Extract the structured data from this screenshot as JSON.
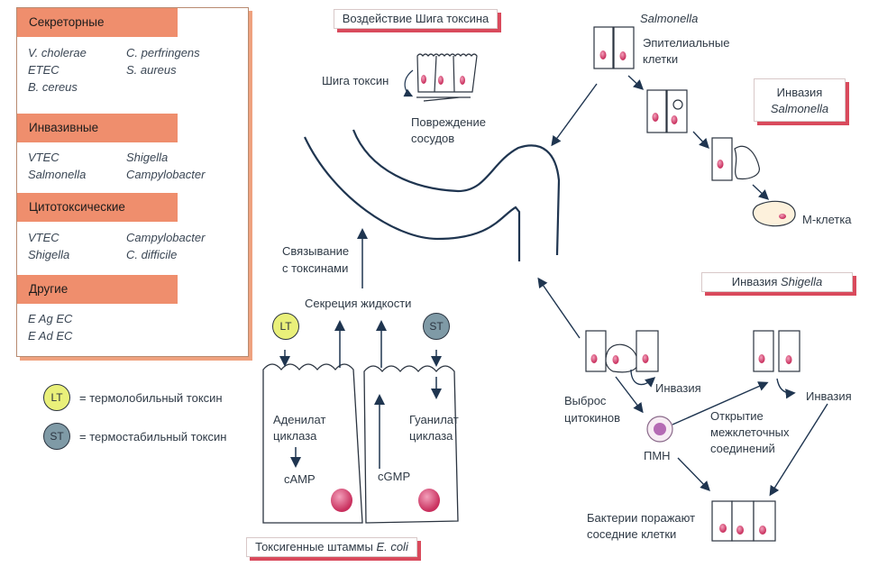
{
  "legend_panel": {
    "categories": [
      {
        "title": "Секреторные",
        "organisms": [
          "V. cholerae",
          "C. perfringens",
          "ETEC",
          "S. aureus",
          "B. cereus"
        ]
      },
      {
        "title": "Инвазивные",
        "organisms": [
          "VTEC",
          "Shigella",
          "Salmonella",
          "Campylobacter"
        ]
      },
      {
        "title": "Цитотоксические",
        "organisms": [
          "VTEC",
          "Campylobacter",
          "Shigella",
          "C. difficile"
        ]
      },
      {
        "title": "Другие",
        "organisms": [
          "E Ag EC",
          "E Ad EC"
        ]
      }
    ]
  },
  "toxin_key": {
    "lt_badge": "LT",
    "lt_desc": "= термолобильный токсин",
    "st_badge": "ST",
    "st_desc": "= термостабильный токсин"
  },
  "shiga": {
    "title": "Воздействие Шига токсина",
    "toxin_label": "Шига токсин",
    "damage_label_1": "Повреждение",
    "damage_label_2": "сосудов"
  },
  "salmonella": {
    "organism": "Salmonella",
    "epithelial_1": "Эпителиальные",
    "epithelial_2": "клетки",
    "title_1": "Инвазия",
    "title_2": "Salmonella",
    "m_cell": "М-клетка"
  },
  "ecoli": {
    "binding_1": "Связывание",
    "binding_2": "с токсинами",
    "secretion": "Секреция жидкости",
    "lt_badge": "LT",
    "st_badge": "ST",
    "adenylate_1": "Аденилат",
    "adenylate_2": "циклаза",
    "camp": "cAMP",
    "cgmp": "cGMP",
    "guanylate_1": "Гуанилат",
    "guanylate_2": "циклаза",
    "title_prefix": "Токсигенные штаммы ",
    "title_italic": "E. coli"
  },
  "shigella": {
    "title_prefix": "Инвазия ",
    "title_italic": "Shigella",
    "invasion_1": "Инвазия",
    "invasion_2": "Инвазия",
    "cytokine_1": "Выброс",
    "cytokine_2": "цитокинов",
    "pmn": "ПМН",
    "junction_1": "Открытие",
    "junction_2": "межклеточных",
    "junction_3": "соединений",
    "spread_1": "Бактерии поражают",
    "spread_2": "соседние клетки"
  },
  "colors": {
    "category_header": "#ef8e6d",
    "title_shadow": "#d94a5c",
    "lt": "#e9f07a",
    "st": "#7f9aa6",
    "nucleus": "#d8477a",
    "ink": "#1f3550"
  }
}
